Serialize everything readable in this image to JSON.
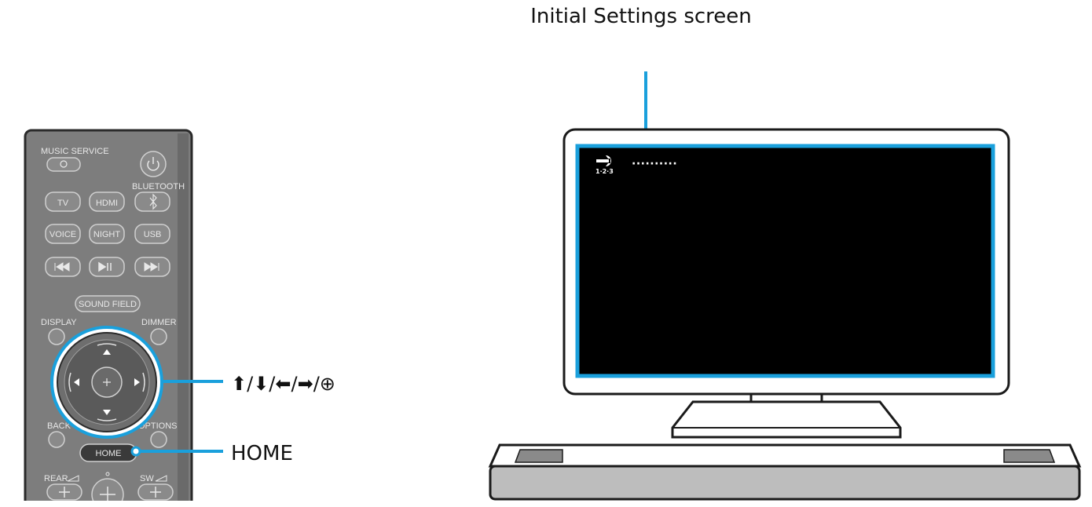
{
  "callouts": {
    "screen_label": "Initial Settings screen",
    "nav_label": "⬆/⬇/⬅/➡/⊕",
    "home_label": "HOME"
  },
  "remote": {
    "music_service": "MUSIC SERVICE",
    "bluetooth": "BLUETOOTH",
    "tv": "TV",
    "hdmi": "HDMI",
    "voice": "VOICE",
    "night": "NIGHT",
    "usb": "USB",
    "sound_field": "SOUND FIELD",
    "display": "DISPLAY",
    "dimmer": "DIMMER",
    "back": "BACK",
    "options": "OPTIONS",
    "home": "HOME",
    "rear": "REAR",
    "sw": "SW"
  },
  "tv_screen": {
    "setup_caption": "1·2·3",
    "progress": "··········"
  },
  "colors": {
    "highlight": "#1aa0dc",
    "remote_body": "#7d7d7d",
    "screen": "#000000"
  }
}
